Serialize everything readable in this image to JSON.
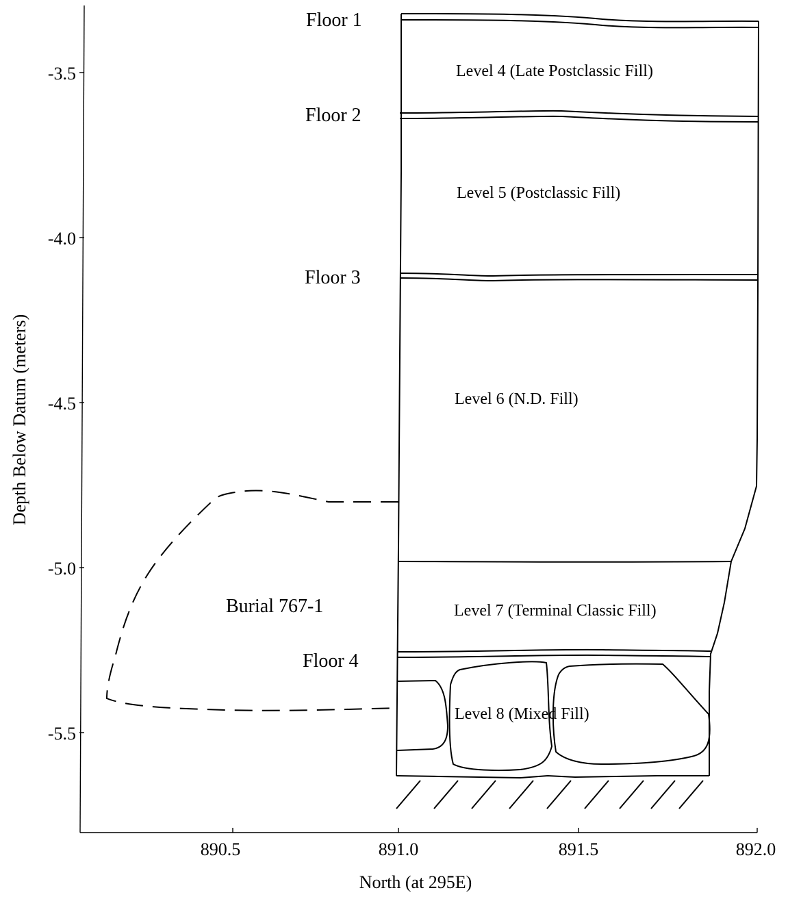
{
  "axes": {
    "y_label": "Depth Below Datum (meters)",
    "x_label": "North (at 295E)",
    "y_ticks": [
      "-3.5",
      "-4.0",
      "-4.5",
      "-5.0",
      "-5.5"
    ],
    "x_ticks": [
      "890.5",
      "891.0",
      "891.5",
      "892.0"
    ]
  },
  "floors": [
    "Floor 1",
    "Floor 2",
    "Floor 3",
    "Floor 4"
  ],
  "levels": [
    "Level 4 (Late Postclassic Fill)",
    "Level 5 (Postclassic Fill)",
    "Level 6 (N.D. Fill)",
    "Level 7 (Terminal Classic Fill)",
    "Level 8 (Mixed Fill)"
  ],
  "burial": {
    "label": "Burial 767-1"
  }
}
